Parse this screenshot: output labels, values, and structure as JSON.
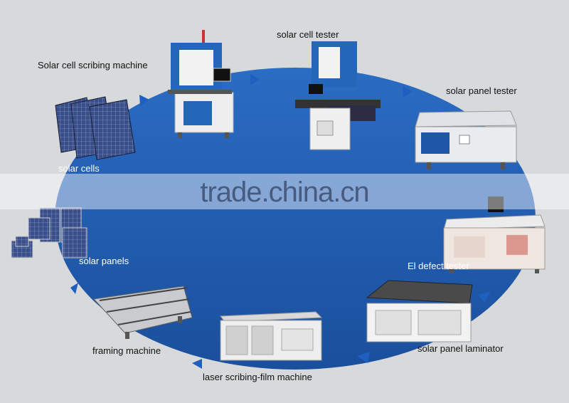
{
  "colors": {
    "background": "#d7d9da",
    "cycle_fill": "#1e56a8",
    "arrow": "#1e5fbf",
    "machine_blue": "#2466b8",
    "machine_white": "#f2f2f2"
  },
  "watermark": "trade.china.cn",
  "steps": [
    {
      "id": "solar-cells",
      "label": "solar cells",
      "icon": "solar-cells-icon"
    },
    {
      "id": "solar-cell-scribing-machine",
      "label": "Solar cell scribing machine",
      "icon": "scribing-machine-icon"
    },
    {
      "id": "solar-cell-tester",
      "label": "solar cell tester",
      "icon": "cell-tester-icon"
    },
    {
      "id": "solar-panel-tester",
      "label": "solar panel tester",
      "icon": "panel-tester-icon"
    },
    {
      "id": "el-defect-tester",
      "label": "El defect tester",
      "icon": "el-defect-tester-icon"
    },
    {
      "id": "solar-panel-laminator",
      "label": "solar panel laminator",
      "icon": "laminator-icon"
    },
    {
      "id": "laser-scribing-film-machine",
      "label": "laser scribing-film machine",
      "icon": "laser-film-machine-icon"
    },
    {
      "id": "framing-machine",
      "label": "framing machine",
      "icon": "framing-machine-icon"
    },
    {
      "id": "solar-panels",
      "label": "solar panels",
      "icon": "solar-panels-icon"
    }
  ]
}
